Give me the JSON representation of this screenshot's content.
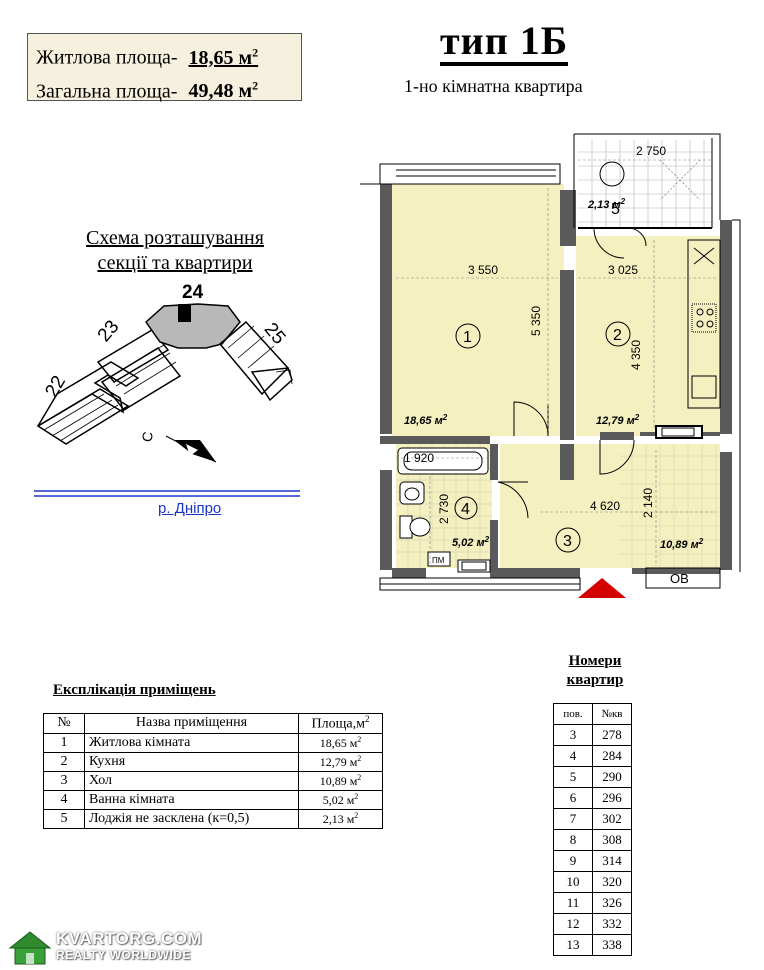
{
  "areas": {
    "living_label": "Житлова площа-",
    "living_value": "18,65 м",
    "total_label": "Загальна площа-",
    "total_value": "49,48 м",
    "sup": "2"
  },
  "type_title": "тип 1Б",
  "subtitle": "1-но кімнатна квартира",
  "scheme": {
    "title_line1": "Схема розташування",
    "title_line2": "секції та квартири",
    "sections": [
      "22",
      "23",
      "24",
      "25"
    ],
    "compass": "С",
    "river": "р. Дніпро"
  },
  "plan": {
    "rooms": [
      {
        "num": "1",
        "area": "18,65 м",
        "sup": "2"
      },
      {
        "num": "2",
        "area": "12,79 м",
        "sup": "2"
      },
      {
        "num": "3",
        "area": "10,89 м",
        "sup": "2"
      },
      {
        "num": "4",
        "area": "5,02 м",
        "sup": "2"
      },
      {
        "num": "5",
        "area": "2,13 м",
        "sup": "2"
      }
    ],
    "dims": {
      "d2750": "2 750",
      "d3550": "3 550",
      "d3025": "3 025",
      "d5350": "5 350",
      "d4350": "4 350",
      "d1920": "1 920",
      "d2730": "2 730",
      "d4620": "4 620",
      "d2140": "2 140"
    },
    "pm": "ПМ",
    "ov": "ОВ"
  },
  "explication": {
    "title": "Експлікація приміщень",
    "headers": [
      "№",
      "Назва приміщення",
      "Площа,м"
    ],
    "header_sup": "2",
    "rows": [
      {
        "n": "1",
        "name": "Житлова кімната",
        "area": "18,65 м",
        "sup": "2"
      },
      {
        "n": "2",
        "name": "Кухня",
        "area": "12,79 м",
        "sup": "2"
      },
      {
        "n": "3",
        "name": "Хол",
        "area": "10,89 м",
        "sup": "2"
      },
      {
        "n": "4",
        "name": "Ванна кімната",
        "area": "5,02 м",
        "sup": "2"
      },
      {
        "n": "5",
        "name": "Лоджія не засклена (к=0,5)",
        "area": "2,13 м",
        "sup": "2"
      }
    ]
  },
  "apartments": {
    "title_line1": "Номери",
    "title_line2": "квартир",
    "headers": [
      "пов.",
      "№кв"
    ],
    "rows": [
      {
        "floor": "3",
        "apt": "278"
      },
      {
        "floor": "4",
        "apt": "284"
      },
      {
        "floor": "5",
        "apt": "290"
      },
      {
        "floor": "6",
        "apt": "296"
      },
      {
        "floor": "7",
        "apt": "302"
      },
      {
        "floor": "8",
        "apt": "308"
      },
      {
        "floor": "9",
        "apt": "314"
      },
      {
        "floor": "10",
        "apt": "320"
      },
      {
        "floor": "11",
        "apt": "326"
      },
      {
        "floor": "12",
        "apt": "332"
      },
      {
        "floor": "13",
        "apt": "338"
      }
    ]
  },
  "watermark": {
    "name": "KVARTORG.COM",
    "tagline": "REALTY WORLDWIDE"
  },
  "colors": {
    "room_fill": "#f4f0c0",
    "wall": "#5a5a5a",
    "entrance": "#d40000",
    "river": "#1a36c8",
    "highlight": "#b8b8b8"
  }
}
